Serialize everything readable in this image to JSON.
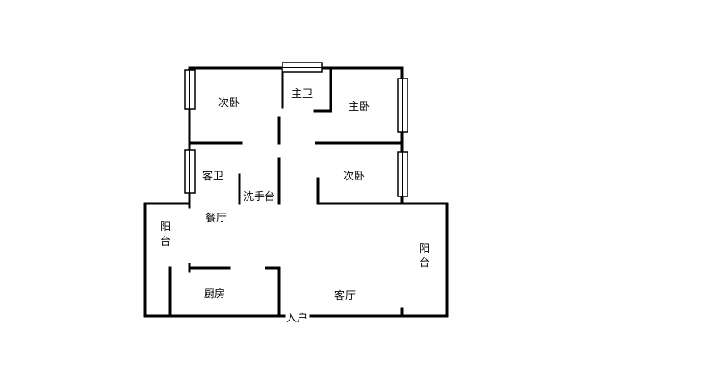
{
  "rooms": {
    "secondary_bedroom_north": "次卧",
    "master_bathroom": "主卫",
    "master_bedroom": "主卧",
    "guest_bathroom": "客卫",
    "secondary_bedroom_east": "次卧",
    "wash_basin": "洗手台",
    "dining_room": "餐厅",
    "balcony_west": "阳台",
    "balcony_east": "阳台",
    "kitchen": "厨房",
    "living_room": "客厅",
    "entrance": "入户"
  },
  "colors": {
    "wall": "#000000",
    "background": "#ffffff"
  }
}
